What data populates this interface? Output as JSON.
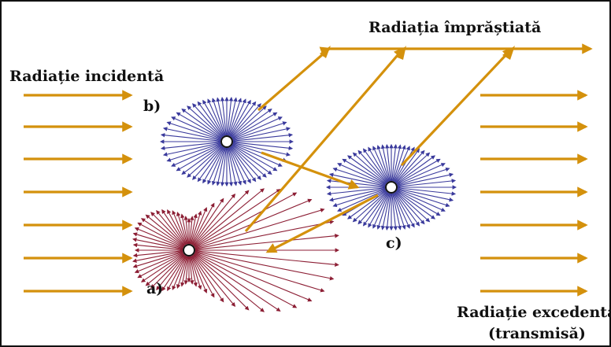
{
  "labels": {
    "scattered": "Radiația împrăștiată",
    "incident": "Radiație incidentă",
    "excedent": "Radiație excedentă",
    "transmitted": "(transmisă)",
    "a": "a)",
    "b": "b)",
    "c": "c)"
  },
  "colors": {
    "beam": "#d4910c",
    "blue_pattern": "#3a3a9c",
    "red_pattern": "#8c1e34",
    "frame": "#111111"
  },
  "icons": [
    "particle-icon",
    "arrowhead-icon"
  ]
}
